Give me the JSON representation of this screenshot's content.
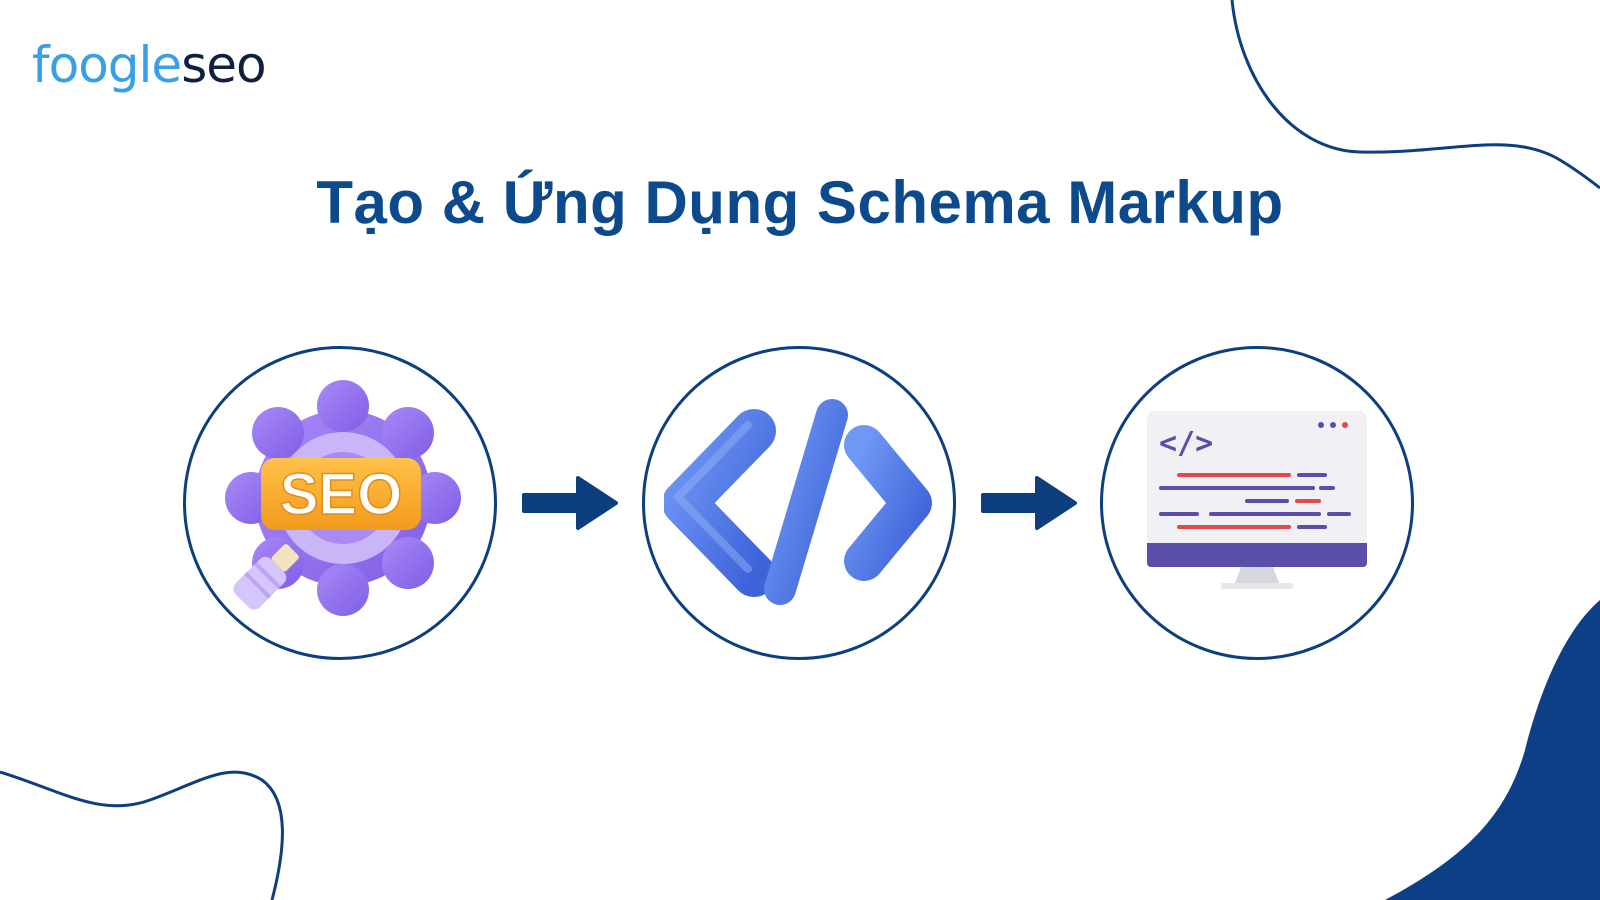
{
  "logo": {
    "part_a": "foogle",
    "part_b": "seo"
  },
  "title": "Tạo & Ứng Dụng Schema Markup",
  "steps": [
    {
      "icon": "seo-gear-magnifier-icon",
      "badge": "SEO"
    },
    {
      "icon": "code-brackets-icon"
    },
    {
      "icon": "code-monitor-icon",
      "code_tag": "</>"
    }
  ],
  "colors": {
    "brand_dark": "#0d4a8c",
    "circle_border": "#0d3f7f",
    "logo_light": "#3aa0e6",
    "logo_dark": "#10213f",
    "seo_purple": "#9b7bf0",
    "code_blue": "#4f7ae8",
    "monitor_purple": "#5a4fa8"
  }
}
